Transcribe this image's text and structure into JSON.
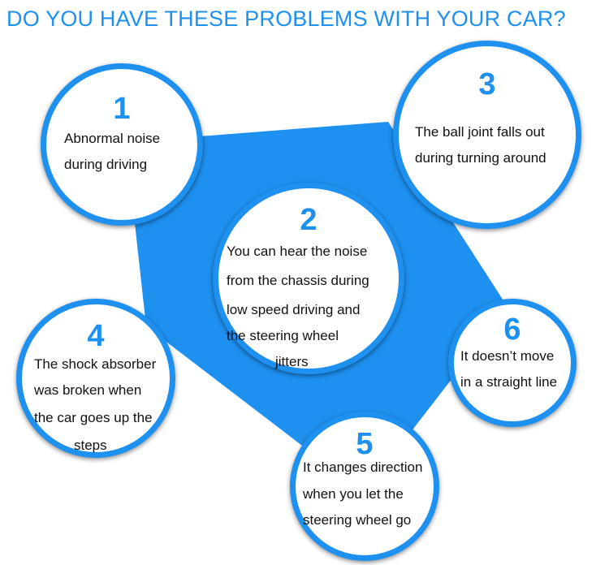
{
  "title": "DO YOU HAVE THESE PROBLEMS WITH YOUR CAR?",
  "accent_color": "#1e90f0",
  "problems": [
    {
      "number": "1",
      "lines": [
        "Abnormal noise",
        "during driving"
      ]
    },
    {
      "number": "2",
      "lines": [
        "You can hear the noise",
        "from the chassis during",
        "low speed driving and",
        "the steering wheel",
        "jitters"
      ]
    },
    {
      "number": "3",
      "lines": [
        "The ball joint falls out",
        "during turning around"
      ]
    },
    {
      "number": "4",
      "lines": [
        "The shock absorber",
        "was broken when",
        "the car goes up the",
        "steps"
      ]
    },
    {
      "number": "5",
      "lines": [
        "It changes direction",
        "when you let the",
        "steering wheel go"
      ]
    },
    {
      "number": "6",
      "lines": [
        "It doesn’t move",
        "in a straight line"
      ]
    }
  ]
}
